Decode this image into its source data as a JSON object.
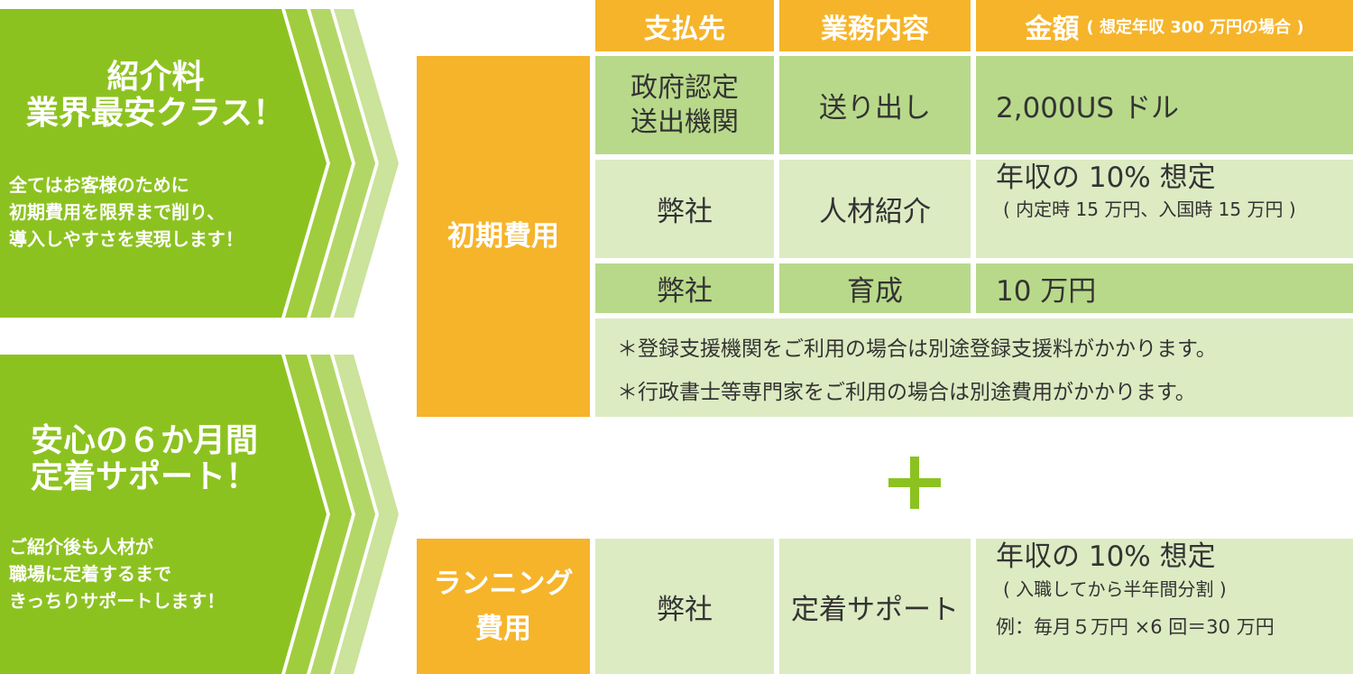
{
  "panels": [
    {
      "title_lines": [
        "紹介料",
        "業界最安クラス！"
      ],
      "body_lines": [
        "全てはお客様のために",
        "初期費用を限界まで削り、",
        "導入しやすさを実現します！"
      ]
    },
    {
      "title_lines": [
        "安心の６か月間",
        "定着サポート！"
      ],
      "body_lines": [
        "ご紹介後も人材が",
        "職場に定着するまで",
        "きっちりサポートします！"
      ]
    }
  ],
  "table": {
    "headers": {
      "payee": "支払先",
      "work": "業務内容",
      "amount": "金額",
      "amount_note": "( 想定年収 300 万円の場合 )"
    },
    "initial": {
      "label": "初期費用",
      "rows": [
        {
          "payee_lines": [
            "政府認定",
            "送出機関"
          ],
          "work": "送り出し",
          "amount": "2,000US ドル",
          "amount_sub": ""
        },
        {
          "payee_lines": [
            "弊社"
          ],
          "work": "人材紹介",
          "amount": "年収の 10% 想定",
          "amount_sub": "( 内定時 15 万円、入国時 15 万円 )"
        },
        {
          "payee_lines": [
            "弊社"
          ],
          "work": "育成",
          "amount": "10 万円",
          "amount_sub": ""
        }
      ],
      "notes": [
        "＊登録支援機関をご利用の場合は別途登録支援料がかかります。",
        "＊行政書士等専門家をご利用の場合は別途費用がかかります。"
      ]
    },
    "plus": "＋",
    "running": {
      "label_lines": [
        "ランニング",
        "費用"
      ],
      "payee": "弊社",
      "work": "定着サポート",
      "amount": "年収の 10% 想定",
      "amount_sub": "( 入職してから半年間分割 )",
      "example": "例：毎月５万円 ×6 回＝30 万円"
    }
  },
  "colors": {
    "green": "#8cc220",
    "orange": "#f6b42b",
    "row_dark": "#b8d98a",
    "row_light": "#dcebc2",
    "plus": "#8cc220"
  }
}
